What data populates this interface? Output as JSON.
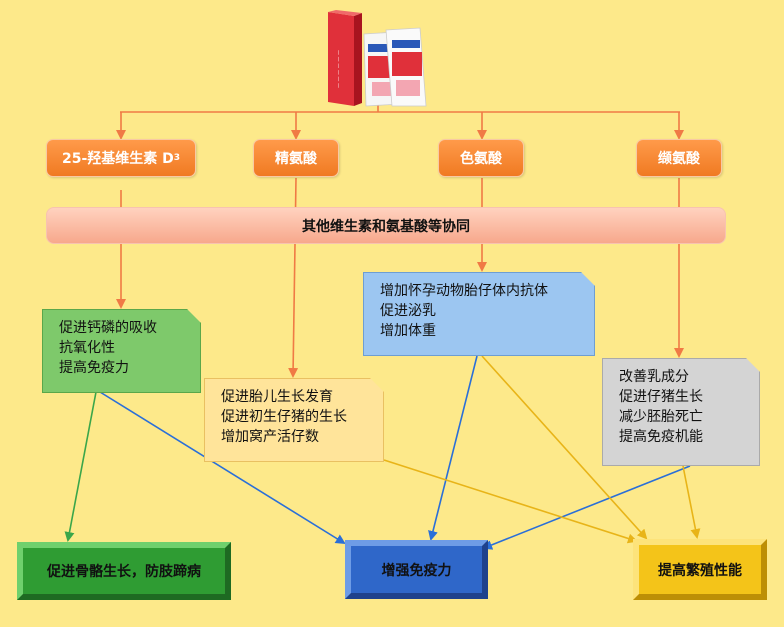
{
  "nutrients": [
    {
      "name": "25-羟基维生素 D",
      "sub": "3"
    },
    {
      "name": "精氨酸"
    },
    {
      "name": "色氨酸"
    },
    {
      "name": "缬氨酸"
    }
  ],
  "synergy": "其他维生素和氨基酸等协同",
  "effects": {
    "vitd": [
      "促进钙磷的吸收",
      "抗氧化性",
      "提高免疫力"
    ],
    "arginine": [
      "促进胎儿生长发育",
      "促进初生仔猪的生长",
      "增加窝产活仔数"
    ],
    "tryptophan": [
      "增加怀孕动物胎仔体内抗体",
      "促进泌乳",
      "增加体重"
    ],
    "valine": [
      "改善乳成分",
      "促进仔猪生长",
      "减少胚胎死亡",
      "提高免疫机能"
    ]
  },
  "outcomes": {
    "bone": "促进骨骼生长，防肢蹄病",
    "immunity": "增强免疫力",
    "reproduction": "提高繁殖性能"
  },
  "colors": {
    "tree_line": "#f07a45",
    "green_arrow": "#3aa64a",
    "blue_arrow": "#2a6fd8",
    "gold_arrow": "#e8b418"
  }
}
